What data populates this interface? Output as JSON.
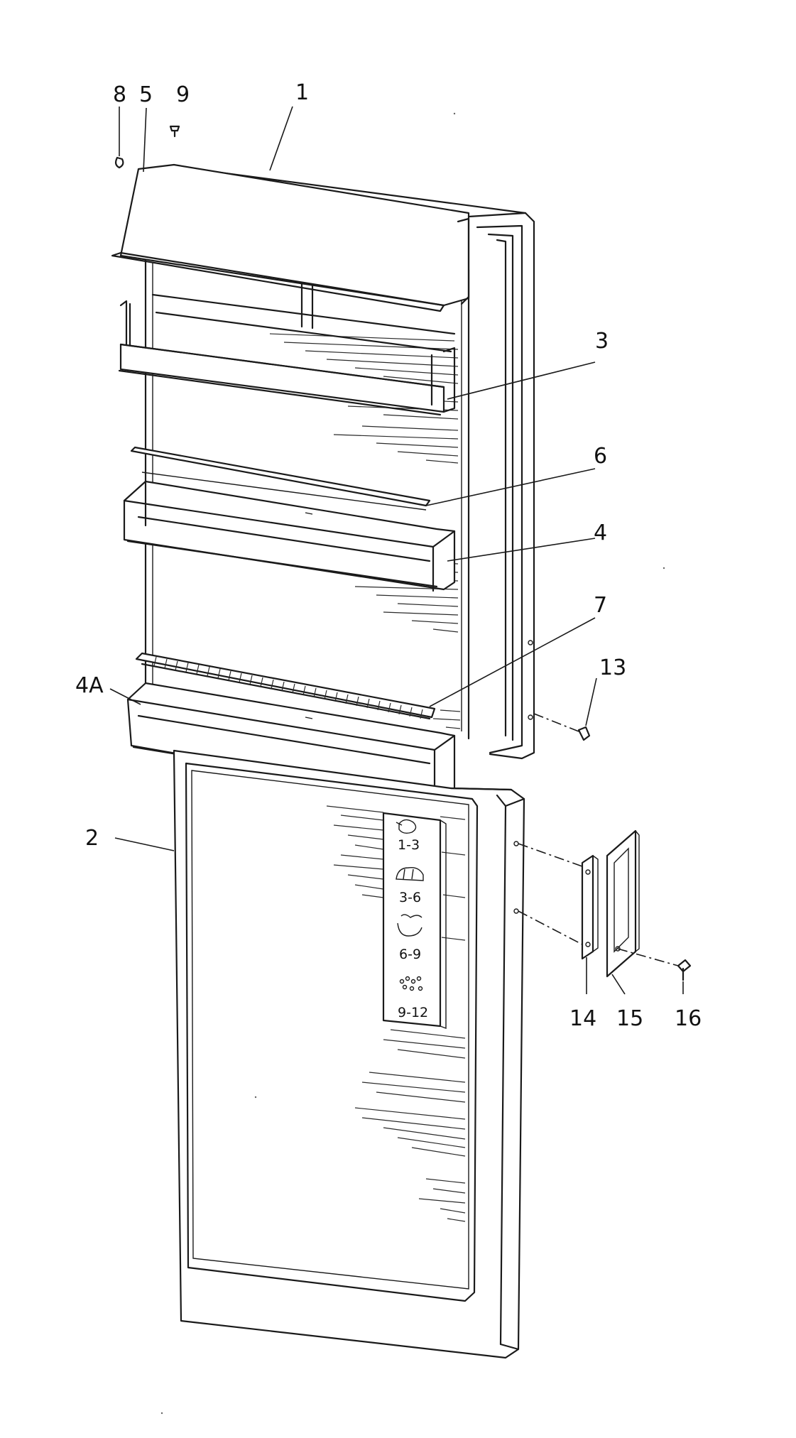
{
  "diagram": {
    "part_labels": {
      "p1": "1",
      "p2": "2",
      "p3": "3",
      "p4": "4",
      "p4A": "4A",
      "p5": "5",
      "p6": "6",
      "p7": "7",
      "p8": "8",
      "p9": "9",
      "p13": "13",
      "p14": "14",
      "p15": "15",
      "p16": "16"
    },
    "storage_chart": {
      "rows": [
        "1-3",
        "3-6",
        "6-9",
        "9-12"
      ]
    }
  }
}
